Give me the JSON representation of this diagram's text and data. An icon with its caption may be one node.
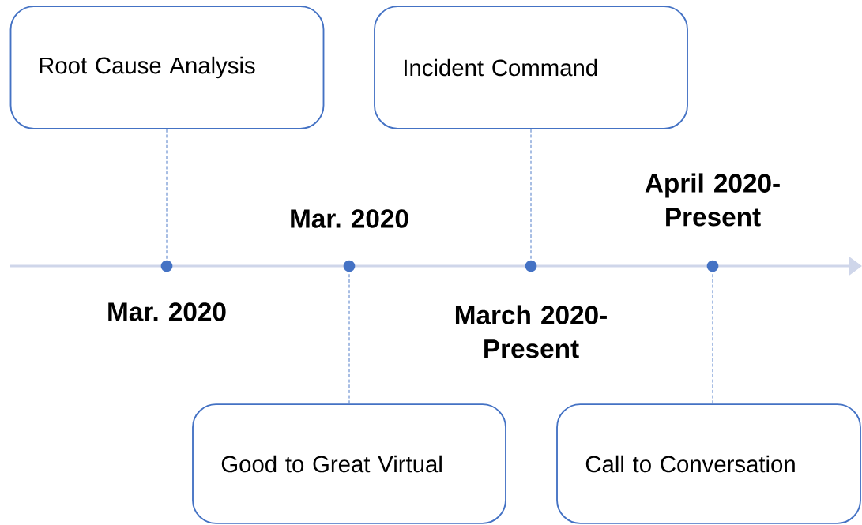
{
  "diagram": {
    "nodes": [
      {
        "text": [
          "Root Cause Analysis"
        ]
      },
      {
        "text": [
          "Incident Command"
        ]
      },
      {
        "text": [
          "Good to Great Virtual"
        ]
      },
      {
        "text": [
          "Call to Conversation"
        ]
      },
      {
        "text": [],
        "shape": "circle"
      },
      {
        "text": [],
        "shape": "circle"
      },
      {
        "text": [],
        "shape": "circle"
      },
      {
        "text": [],
        "shape": "circle"
      }
    ],
    "edges": [
      {
        "from": 0,
        "to": 4,
        "arrow": "none",
        "style": "dashed"
      },
      {
        "from": 1,
        "to": 6,
        "arrow": "none",
        "style": "dashed"
      },
      {
        "from": 2,
        "to": 5,
        "arrow": "none",
        "style": "dashed"
      },
      {
        "from": 3,
        "to": 7,
        "arrow": "none",
        "style": "dashed"
      }
    ],
    "labels": [
      "April 2020- Present",
      "Mar. 2020",
      "Mar. 2020",
      "March 2020- Present"
    ]
  }
}
